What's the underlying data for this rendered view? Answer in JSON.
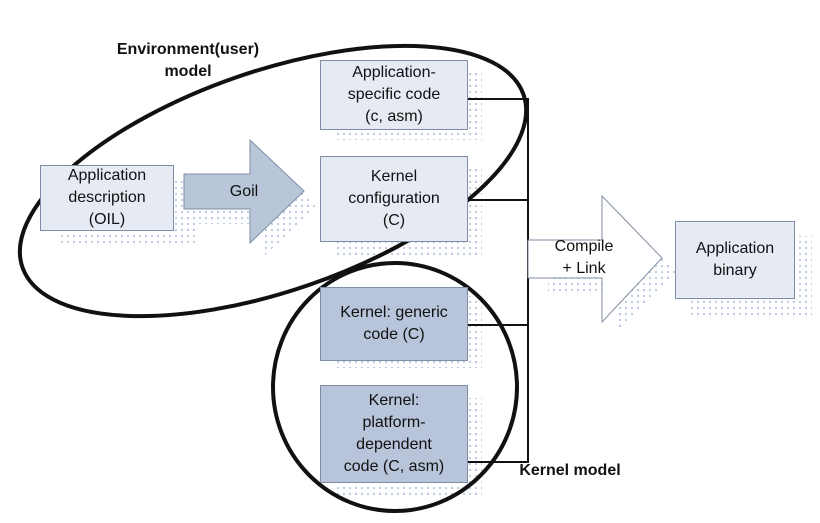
{
  "labels": {
    "env_model": "Environment(user)\nmodel",
    "kernel_model": "Kernel model"
  },
  "boxes": {
    "app_description": "Application\ndescription\n(OIL)",
    "app_specific": "Application-\nspecific code\n(c, asm)",
    "kernel_config": "Kernel\nconfiguration\n(C)",
    "kernel_generic": "Kernel: generic\ncode (C)",
    "kernel_platform": "Kernel:\nplatform-\ndependent\ncode (C, asm)",
    "app_binary": "Application\nbinary"
  },
  "arrows": {
    "goil": "Goil",
    "compile": "Compile\n+ Link"
  },
  "colors": {
    "box_light": "#e6eaf3",
    "box_dark": "#b7c4d9",
    "arrow_fill": "#b9c6d9",
    "outline": "#111111",
    "shadow_dots": "#7c9ac9"
  }
}
